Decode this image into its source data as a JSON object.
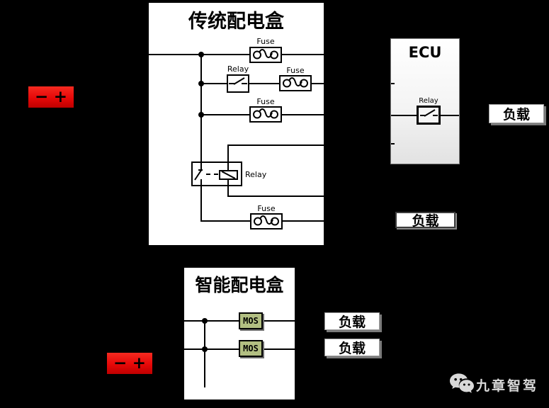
{
  "colors": {
    "background": "#000000",
    "diagram_line": "#000000",
    "box_fill": "#ffffff",
    "battery_red": "#e60808",
    "mos_green": "#b2bf82",
    "load_shadow": "#7a7a7a",
    "watermark_grey": "#d9d9d9"
  },
  "battery_top": {
    "minus": "−",
    "plus": "+"
  },
  "battery_bottom": {
    "minus": "−",
    "plus": "+"
  },
  "traditional_box": {
    "title": "传统配电盒",
    "fuse1_label": "Fuse",
    "relay1_label": "Relay",
    "fuse2_label": "Fuse",
    "fuse3_label": "Fuse",
    "relay2_label": "Relay",
    "fuse4_label": "Fuse"
  },
  "smart_box": {
    "title": "智能配电盒",
    "mos1_label": "MOS",
    "mos2_label": "MOS"
  },
  "ecu": {
    "title": "ECU",
    "relay_label": "Relay"
  },
  "loads": {
    "ecu_load": "负载",
    "fuse_load": "负载",
    "mos_load_1": "负载",
    "mos_load_2": "负载"
  },
  "watermark": {
    "text": "九章智驾"
  }
}
